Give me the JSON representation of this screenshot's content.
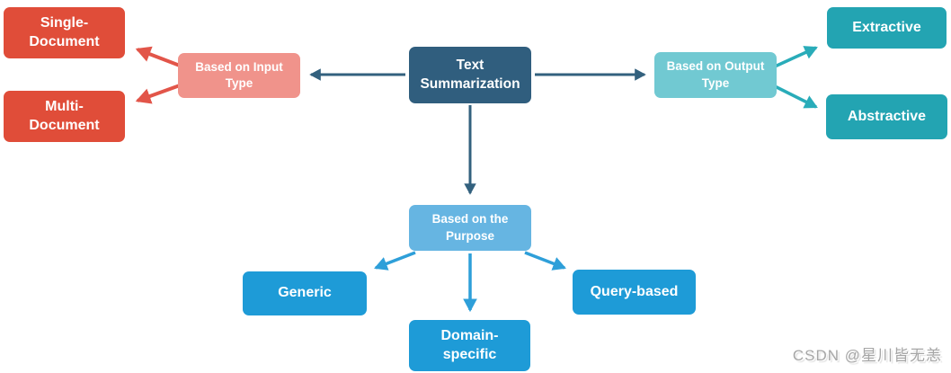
{
  "diagram": {
    "root": "Text Summarization",
    "input_branch": {
      "parent": "Based on Input Type",
      "children": {
        "single": "Single-Document",
        "multi": "Multi-Document"
      }
    },
    "output_branch": {
      "parent": "Based on Output Type",
      "children": {
        "extractive": "Extractive",
        "abstractive": "Abstractive"
      }
    },
    "purpose_branch": {
      "parent": "Based on the Purpose",
      "children": {
        "generic": "Generic",
        "domain": "Domain-specific",
        "query": "Query-based"
      }
    }
  },
  "watermark": {
    "text": "CSDN @星川皆无恙"
  },
  "colors": {
    "root_bg": "#305E7E",
    "input_parent_bg": "#F0938B",
    "input_child_bg": "#E04D39",
    "output_parent_bg": "#71C9D2",
    "output_child_bg": "#23A4B2",
    "purpose_parent_bg": "#66B5E2",
    "purpose_child_bg": "#1E9BD7",
    "edge_dark": "#33617E",
    "edge_red": "#E25549",
    "edge_teal": "#29ACB9",
    "edge_blue": "#2E9FD9"
  }
}
